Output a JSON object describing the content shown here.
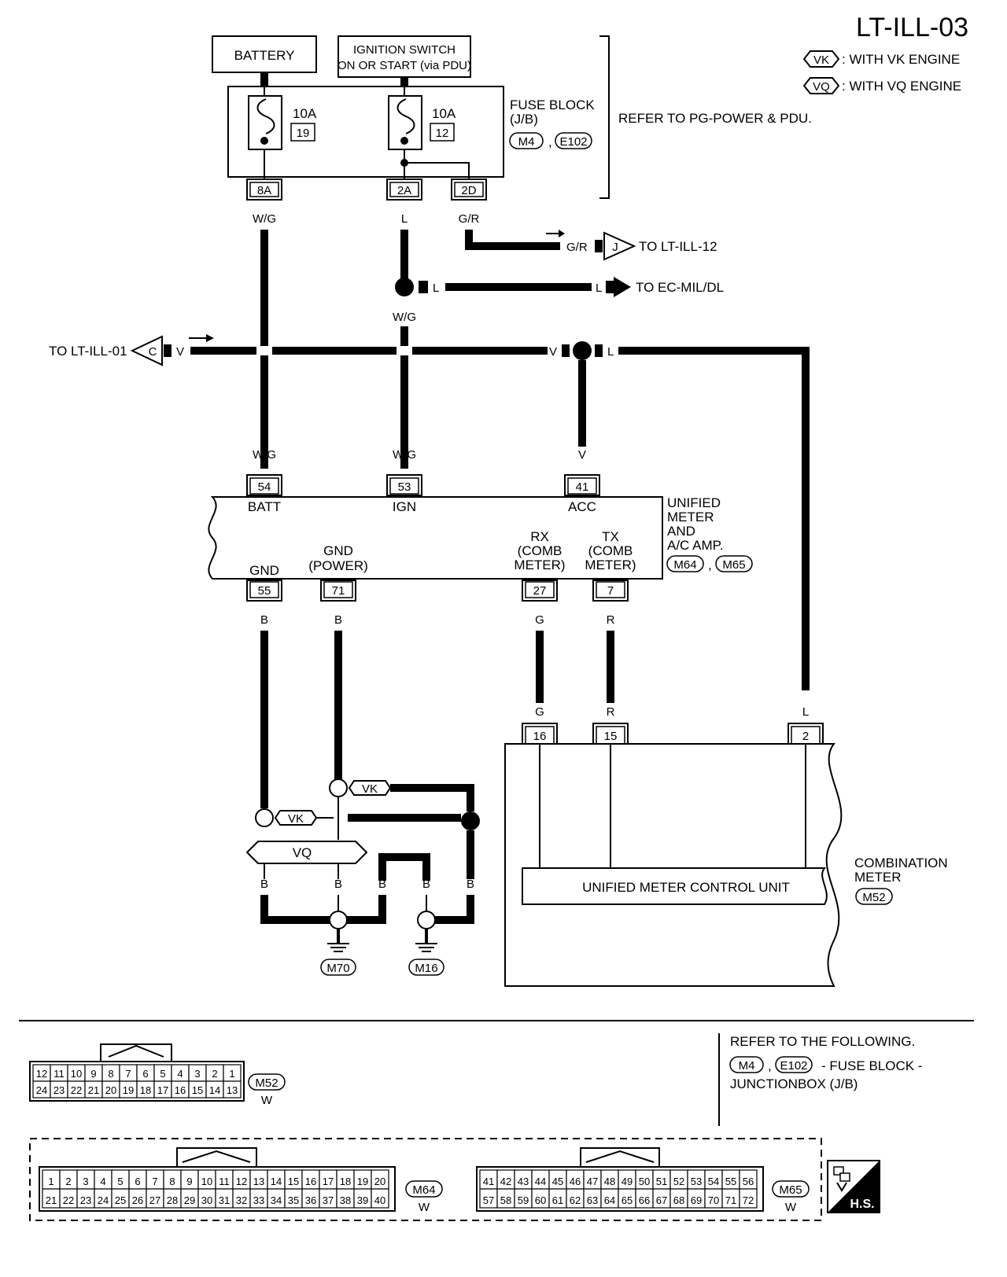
{
  "title": "LT-ILL-03",
  "legend": [
    {
      "tag": "VK",
      "text": ": WITH VK ENGINE"
    },
    {
      "tag": "VQ",
      "text": ": WITH VQ ENGINE"
    }
  ],
  "power": {
    "battery": "BATTERY",
    "ign_line1": "IGNITION SWITCH",
    "ign_line2": "ON OR START (via PDU)"
  },
  "fuse_block": {
    "name": "FUSE BLOCK",
    "sub": "(J/B)",
    "conn1": "M4",
    "conn2": "E102",
    "comma": ",",
    "refer": "REFER TO PG-POWER & PDU.",
    "fuses": [
      {
        "amp": "10A",
        "num": "19"
      },
      {
        "amp": "10A",
        "num": "12"
      }
    ],
    "terminals": [
      "8A",
      "2A",
      "2D"
    ]
  },
  "wires": {
    "wg": "W/G",
    "l": "L",
    "gr": "G/R",
    "v": "V",
    "b": "B",
    "g": "G",
    "r": "R"
  },
  "connectors_to": {
    "lt_ill_12": {
      "letter": "J",
      "text": "TO LT-ILL-12"
    },
    "ec_mil": {
      "text": "TO EC-MIL/DL"
    },
    "lt_ill_01": {
      "letter": "C",
      "text": "TO LT-ILL-01"
    }
  },
  "unified_meter": {
    "name_lines": [
      "UNIFIED",
      "METER",
      "AND",
      "A/C AMP."
    ],
    "conn1": "M64",
    "conn2": "M65",
    "top_pins": [
      {
        "num": "54",
        "label": "BATT"
      },
      {
        "num": "53",
        "label": "IGN"
      },
      {
        "num": "41",
        "label": "ACC"
      }
    ],
    "bottom_pins": [
      {
        "num": "55",
        "label": "GND"
      },
      {
        "num": "71",
        "label": "GND",
        "label2": "(POWER)"
      },
      {
        "num": "27",
        "label": "RX",
        "label2": "(COMB",
        "label3": "METER)"
      },
      {
        "num": "7",
        "label": "TX",
        "label2": "(COMB",
        "label3": "METER)"
      }
    ]
  },
  "combination_meter": {
    "name_lines": [
      "COMBINATION",
      "METER"
    ],
    "conn": "M52",
    "control_unit": "UNIFIED METER CONTROL UNIT",
    "pins": [
      "16",
      "15",
      "2"
    ]
  },
  "grounds": {
    "vk": "VK",
    "vq": "VQ",
    "g1": "M70",
    "g2": "M16"
  },
  "refer_box": {
    "line1": "REFER TO THE FOLLOWING.",
    "c1": "M4",
    "c2": "E102",
    "rest": "- FUSE BLOCK -",
    "line3": "JUNCTIONBOX (J/B)"
  },
  "connector_views": {
    "m52": {
      "name": "M52",
      "color": "W",
      "row1": [
        "12",
        "11",
        "10",
        "9",
        "8",
        "7",
        "6",
        "5",
        "4",
        "3",
        "2",
        "1"
      ],
      "row2": [
        "24",
        "23",
        "22",
        "21",
        "20",
        "19",
        "18",
        "17",
        "16",
        "15",
        "14",
        "13"
      ]
    },
    "m64": {
      "name": "M64",
      "color": "W",
      "row1": [
        "1",
        "2",
        "3",
        "4",
        "5",
        "6",
        "7",
        "8",
        "9",
        "10",
        "11",
        "12",
        "13",
        "14",
        "15",
        "16",
        "17",
        "18",
        "19",
        "20"
      ],
      "row2": [
        "21",
        "22",
        "23",
        "24",
        "25",
        "26",
        "27",
        "28",
        "29",
        "30",
        "31",
        "32",
        "33",
        "34",
        "35",
        "36",
        "37",
        "38",
        "39",
        "40"
      ]
    },
    "m65": {
      "name": "M65",
      "color": "W",
      "row1": [
        "41",
        "42",
        "43",
        "44",
        "45",
        "46",
        "47",
        "48",
        "49",
        "50",
        "51",
        "52",
        "53",
        "54",
        "55",
        "56"
      ],
      "row2": [
        "57",
        "58",
        "59",
        "60",
        "61",
        "62",
        "63",
        "64",
        "65",
        "66",
        "67",
        "68",
        "69",
        "70",
        "71",
        "72"
      ]
    }
  },
  "hs_badge": "H.S."
}
